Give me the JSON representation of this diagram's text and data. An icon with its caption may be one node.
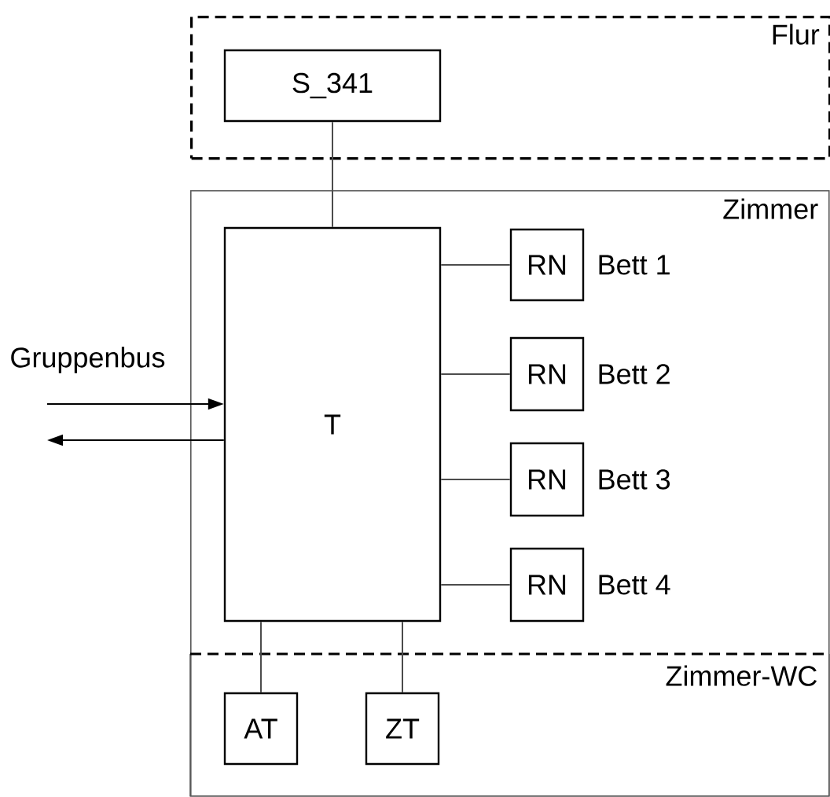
{
  "diagram": {
    "nodes": [
      {
        "text": [
          "Flur"
        ]
      },
      {
        "text": [
          "S_341"
        ],
        "in": 0
      },
      {
        "text": [
          "Zimmer"
        ]
      },
      {
        "text": [
          "Zimmer-WC"
        ],
        "in": 2
      },
      {
        "text": [
          "T"
        ],
        "in": 2
      },
      {
        "text": [
          "RN"
        ],
        "beside": [
          "Bett 1"
        ],
        "in": 2
      },
      {
        "text": [
          "RN"
        ],
        "beside": [
          "Bett 2"
        ],
        "in": 2
      },
      {
        "text": [
          "RN"
        ],
        "beside": [
          "Bett 3"
        ],
        "in": 2
      },
      {
        "text": [
          "RN"
        ],
        "beside": [
          "Bett 4"
        ],
        "in": 2
      },
      {
        "text": [
          "AT"
        ],
        "in": 3
      },
      {
        "text": [
          "ZT"
        ],
        "in": 3
      }
    ],
    "edges": [
      {
        "from": 1,
        "to": 4,
        "arrow": "none"
      },
      {
        "from": 4,
        "to": 5,
        "arrow": "none"
      },
      {
        "from": 4,
        "to": 6,
        "arrow": "none"
      },
      {
        "from": 4,
        "to": 7,
        "arrow": "none"
      },
      {
        "from": 4,
        "to": 8,
        "arrow": "none"
      },
      {
        "from": 4,
        "to": 9,
        "arrow": "none"
      },
      {
        "from": 4,
        "to": 10,
        "arrow": "none"
      },
      {
        "from": null,
        "to": 4,
        "arrow": "to"
      },
      {
        "from": 4,
        "to": null,
        "arrow": "to"
      }
    ],
    "labels": [
      "Gruppenbus"
    ]
  }
}
